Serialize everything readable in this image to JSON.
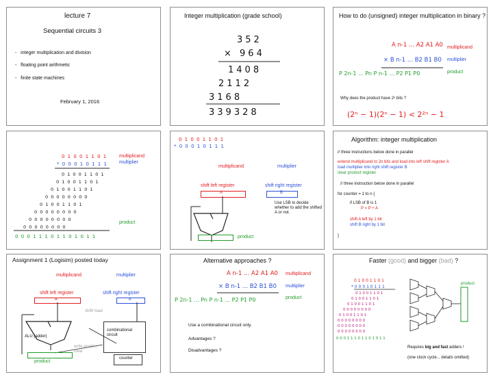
{
  "s1": {
    "title": "lecture 7",
    "subtitle": "Sequential circuits 3",
    "bullets": [
      "integer multiplication and division",
      "floating point arithmetic",
      "finite state machines"
    ],
    "date": "February 1,  2016"
  },
  "s2": {
    "title": "Integer multiplication  (grade school)",
    "rows": [
      "352",
      "× 964",
      "1408",
      "2112",
      "3168",
      "339328"
    ]
  },
  "s3": {
    "title": "How to do (unsigned) integer multiplication in binary ?",
    "a_expr": "A n-1 ... A2 A1 A0",
    "b_expr": "× B n-1 ... B2 B1 B0",
    "p_expr": "P 2n-1 ...  Pn  P n-1 ...  P2 P1 P0",
    "label_multiplicand": "multiplicand",
    "label_multiplier": "multiplier",
    "label_product": "product",
    "question": "Why does the product have 2ⁿ bits ?",
    "inequality": "(2ⁿ − 1)(2ⁿ − 1)  <  2²ⁿ − 1"
  },
  "s4": {
    "label_multiplicand": "multiplicand",
    "label_multiplier": "multiplier",
    "label_product": "product",
    "a_bits": "0 1 0 0 1 1 0 1",
    "b_bits": "* 0 0 0 1 0 1 1 1",
    "partials": [
      "0 1 0 0 1 1 0 1",
      "0 1 0 0 1 1 0 1",
      "0 1 0 0 1 1 0 1",
      "0 0 0 0 0 0 0 0",
      "0 1 0 0 1 1 0 1",
      "0 0 0 0 0 0 0 0",
      "0 0 0 0 0 0 0 0",
      "0 0 0 0 0 0 0 0"
    ],
    "result": "0 0 0 1 1 1 0 1 1 0 1 0 1 1"
  },
  "s5": {
    "a_bits": "0 1 0 0 1 1 0 1",
    "b_bits": "* 0 0 0 1 0 1 1 1",
    "label_multiplicand": "multiplicand",
    "label_multiplier": "multiplier",
    "label_shl": "shift left register",
    "label_shr": "shift right register",
    "reg_a": "A",
    "reg_b": "B",
    "lsb_note": "Use LSB to decide whether to add the shifted A or not.",
    "label_product": "product"
  },
  "s6": {
    "title": "Algorithm:   integer multiplication",
    "comment1": "//   three instructions below done in parallel",
    "step1": "extend multiplicand to 2n bits and load into left shift register A",
    "step2": "load multiplier into right shift register  B",
    "step3": "clear  product register",
    "comment2": "//  three instruction below done in parallel",
    "loop": "for counter = 1 to n {",
    "if_line": "if  LSB  of B is 1",
    "p_line": "P = P + A",
    "shift_a": "shift A left by 1 bit",
    "shift_b": "shift B right by 1 bit",
    "close": "}"
  },
  "s7": {
    "title": "Assignment 1  (Logisim)      posted today",
    "label_multiplicand": "multiplicand",
    "label_multiplier": "multiplier",
    "label_shl": "shift left register",
    "label_shr": "shift right register",
    "reg_a": "A",
    "reg_b": "B",
    "alu": "ALU (adder)",
    "comb": "combinational circuit",
    "counter": "counter",
    "product": "product",
    "hw_shift": "shift/ load",
    "hw_write": "write enable, clear"
  },
  "s8": {
    "title": "Alternative approaches ?",
    "a_expr": "A n-1 ... A2 A1 A0",
    "b_expr": "× B n-1 ... B2 B1 B0",
    "p_expr": "P 2n-1 ...  Pn  P n-1 ...  P2 P1 P0",
    "label_multiplicand": "multiplicand",
    "label_multiplier": "multiplier",
    "label_product": "product",
    "line1": "Use a combinational circuit only.",
    "line2": "Advantages ?",
    "line3": "Disadvantages ?"
  },
  "s9": {
    "title_a": "Faster ",
    "title_b": "(good)",
    "title_c": " and bigger ",
    "title_d": "(bad)",
    "title_e": "  ?",
    "product_label": "product",
    "note1a": "Requires ",
    "note1b": "big and fast",
    "note1c": " adders !",
    "note2": "(one clock cycle... details omitted)"
  }
}
